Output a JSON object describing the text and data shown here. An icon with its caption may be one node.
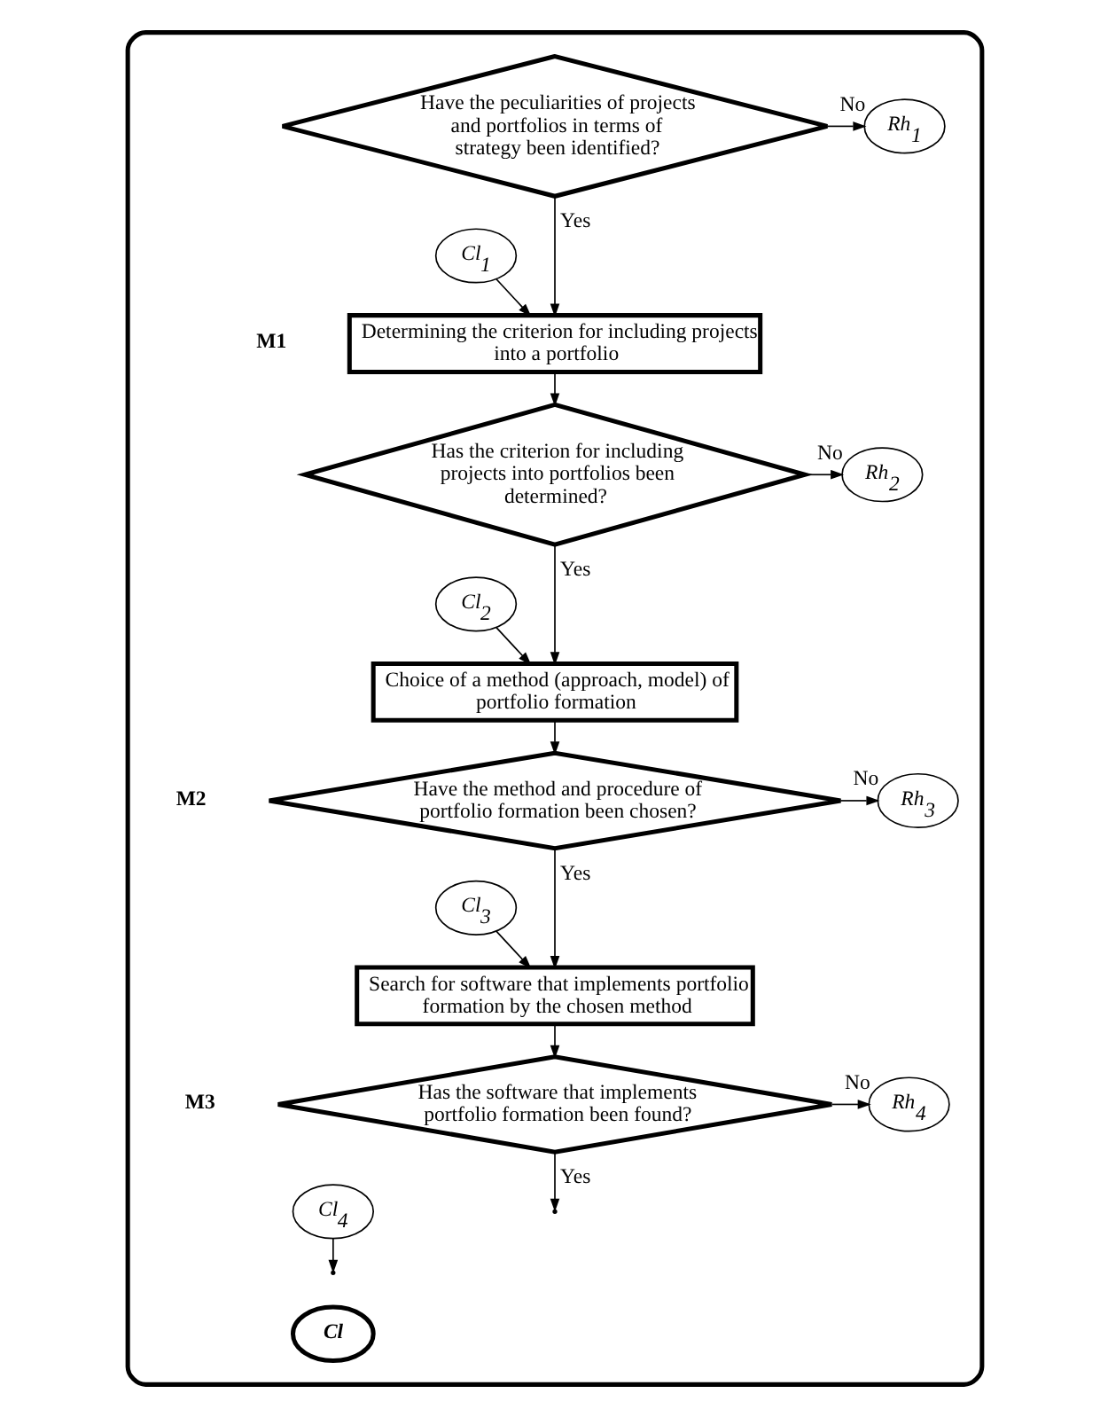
{
  "diagram": {
    "nodes": [
      {
        "text": [],
        "shape": "box"
      },
      {
        "text": [
          "Have the peculiarities of projects and portfolios in terms of strategy been identified?"
        ],
        "in": 0
      },
      {
        "text": [
          "Rh$_{1}$"
        ],
        "in": 0
      },
      {
        "text": [
          "Cl$_{1}$"
        ],
        "in": 0
      },
      {
        "text": [
          "Determining the criterion for including projects into a portfolio"
        ],
        "in": 0
      },
      {
        "text": [
          "Has the criterion for including projects into portfolios been determined?"
        ],
        "in": 0
      },
      {
        "text": [
          "Rh$_{2}$"
        ],
        "in": 0
      },
      {
        "text": [
          "Cl$_{2}$"
        ],
        "in": 0
      },
      {
        "text": [
          "Choice of a method (approach, model) of portfolio formation"
        ],
        "in": 0
      },
      {
        "text": [
          "Have the method and procedure of portfolio formation been chosen?"
        ],
        "in": 0
      },
      {
        "text": [
          "Rh$_{3}$"
        ],
        "in": 0
      },
      {
        "text": [
          "Cl$_{3}$"
        ],
        "in": 0
      },
      {
        "text": [
          "Search for software that implements portfolio formation by the chosen method"
        ],
        "in": 0
      },
      {
        "text": [
          "Has the software that implements portfolio formation been found?"
        ],
        "in": 0
      },
      {
        "text": [
          "Rh$_{4}$"
        ],
        "in": 0
      },
      {
        "text": [
          "Cl$_{4}$"
        ],
        "in": 0
      },
      {
        "text": [
          "Cl"
        ],
        "in": 0
      }
    ],
    "edges": [
      {
        "from": 1,
        "to": 2,
        "arrow": "to",
        "label": "No"
      },
      {
        "from": 1,
        "to": 4,
        "arrow": "to",
        "label": "Yes"
      },
      {
        "from": 3,
        "to": 4,
        "arrow": "to"
      },
      {
        "from": 4,
        "to": 5,
        "arrow": "to"
      },
      {
        "from": 5,
        "to": 6,
        "arrow": "to",
        "label": "No"
      },
      {
        "from": 5,
        "to": 8,
        "arrow": "to",
        "label": "Yes"
      },
      {
        "from": 7,
        "to": 8,
        "arrow": "to"
      },
      {
        "from": 8,
        "to": 9,
        "arrow": "to"
      },
      {
        "from": 9,
        "to": 10,
        "arrow": "to",
        "label": "No"
      },
      {
        "from": 9,
        "to": 12,
        "arrow": "to",
        "label": "Yes"
      },
      {
        "from": 11,
        "to": 12,
        "arrow": "to"
      },
      {
        "from": 12,
        "to": 13,
        "arrow": "to"
      },
      {
        "from": 13,
        "to": 14,
        "arrow": "to",
        "label": "No"
      },
      {
        "from": 13,
        "to": null,
        "arrow": "to",
        "label": "Yes"
      },
      {
        "from": 15,
        "to": null,
        "arrow": "to"
      }
    ],
    "labels": [
      "M1",
      "M2",
      "M3"
    ]
  }
}
